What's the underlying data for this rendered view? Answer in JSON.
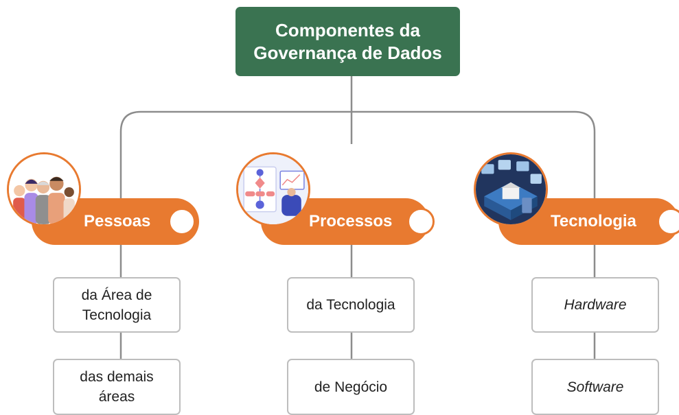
{
  "title": {
    "line1": "Componentes da",
    "line2": "Governança de Dados"
  },
  "colors": {
    "title_bg": "#3a7351",
    "pill": "#e87a30",
    "connector": "#8c8c8c",
    "box_border": "#bdbdbd"
  },
  "columns": [
    {
      "label": "Pessoas",
      "image_icon": "people-group-illustration",
      "items": [
        {
          "line1": "da Área de",
          "line2": "Tecnologia",
          "italic": false
        },
        {
          "line1": "das demais",
          "line2": "áreas",
          "italic": false
        }
      ]
    },
    {
      "label": "Processos",
      "image_icon": "flowchart-illustration",
      "items": [
        {
          "line1": "da Tecnologia",
          "line2": "",
          "italic": false
        },
        {
          "line1": "de Negócio",
          "line2": "",
          "italic": false
        }
      ]
    },
    {
      "label": "Tecnologia",
      "image_icon": "smart-building-illustration",
      "items": [
        {
          "line1": "Hardware",
          "line2": "",
          "italic": true
        },
        {
          "line1": "Software",
          "line2": "",
          "italic": true
        }
      ]
    }
  ]
}
